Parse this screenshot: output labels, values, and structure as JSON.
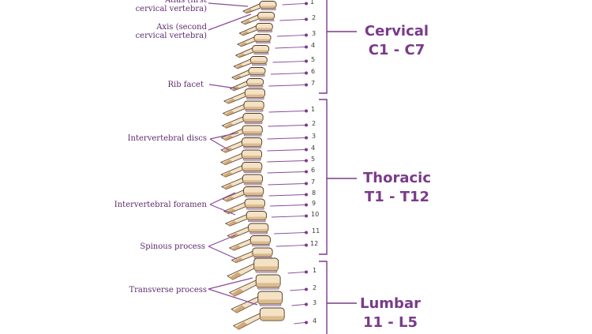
{
  "colors": {
    "accent": "#7a3b8a",
    "label_text": "#5e2b6e",
    "leader_line": "#8a4c9a",
    "bone": "#f3e2c4",
    "bone_shadow": "#c99a62",
    "bone_outline": "#4a3526",
    "disc": "#c9b2cf"
  },
  "labels": {
    "atlas": "Atlas (first\ncervical vertebra)",
    "axis": "Axis (second\ncervical vertebra)",
    "rib_facet": "Rib facet",
    "intervertebral_discs": "Intervertebral discs",
    "intervertebral_foramen": "Intervertebral foramen",
    "spinous_process": "Spinous process",
    "transverse_process": "Transverse process"
  },
  "regions": {
    "cervical": {
      "name": "Cervical",
      "range": "C1 - C7",
      "numbers": [
        "1",
        "2",
        "3",
        "4",
        "5",
        "6",
        "7"
      ]
    },
    "thoracic": {
      "name": "Thoracic",
      "range": "T1 - T12",
      "numbers": [
        "1",
        "2",
        "3",
        "4",
        "5",
        "6",
        "7",
        "8",
        "9",
        "10",
        "11",
        "12"
      ]
    },
    "lumbar": {
      "name": "Lumbar",
      "range": "11 - L5",
      "numbers": [
        "1",
        "2",
        "3",
        "4"
      ]
    }
  }
}
